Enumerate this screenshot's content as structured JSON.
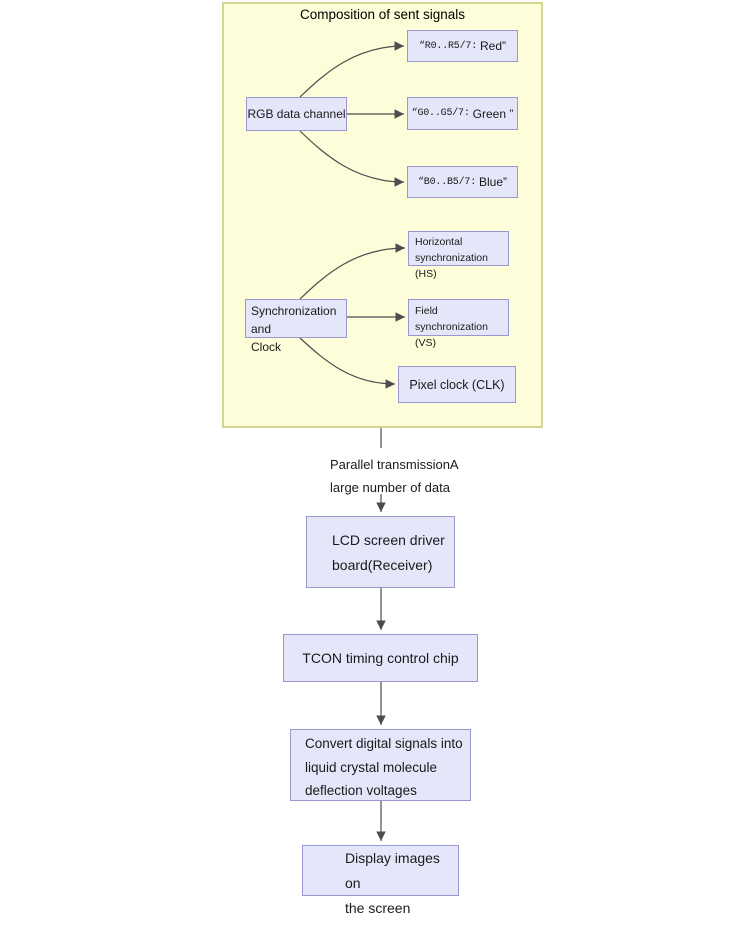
{
  "colors": {
    "panel_bg": "#fdfdda",
    "panel_border": "#d6d694",
    "node_bg": "#e6e6fa",
    "node_border": "#9898d0",
    "arrow": "#4d4d4d",
    "text": "#1a1a1a"
  },
  "panel": {
    "title": "Composition of sent signals"
  },
  "rgb": {
    "source": "RGB data channel",
    "red": {
      "code": "“R0..R5/7:",
      "label": "Red”"
    },
    "green": {
      "code": "“G0..G5/7:",
      "label": "Green ”"
    },
    "blue": {
      "code": "“B0..B5/7:",
      "label": "Blue”"
    }
  },
  "sync": {
    "source_line1": "Synchronization and",
    "source_line2": "Clock",
    "hs_line1": "Horizontal",
    "hs_line2": "synchronization (HS)",
    "vs_line1": "Field synchronization",
    "vs_line2": "(VS)",
    "clk": "Pixel clock (CLK)"
  },
  "flow": {
    "note_line1": "Parallel transmissionA",
    "note_line2": "large number of data",
    "lcd_line1": "LCD screen driver",
    "lcd_line2": "board(Receiver)",
    "tcon": "TCON timing control chip",
    "convert_line1": "Convert digital signals into",
    "convert_line2": "liquid crystal molecule",
    "convert_line3": "deflection voltages",
    "display_line1": "Display images on",
    "display_line2": "the screen"
  }
}
